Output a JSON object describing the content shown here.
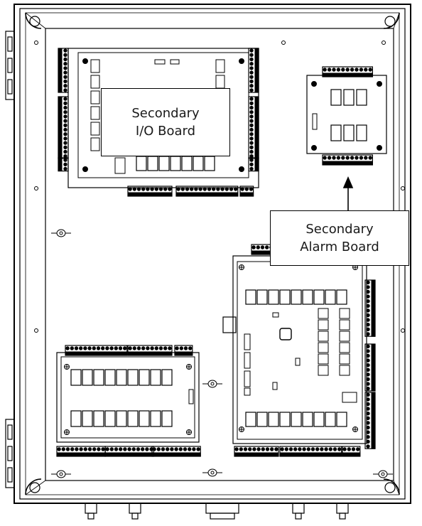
{
  "diagram": {
    "callouts": [
      {
        "id": "secondary-io",
        "text": "Secondary\nI/O Board"
      },
      {
        "id": "secondary-alarm",
        "text": "Secondary\nAlarm Board"
      }
    ],
    "colors": {
      "line": "#000000",
      "background": "#ffffff",
      "text": "#1a1a1a"
    }
  }
}
